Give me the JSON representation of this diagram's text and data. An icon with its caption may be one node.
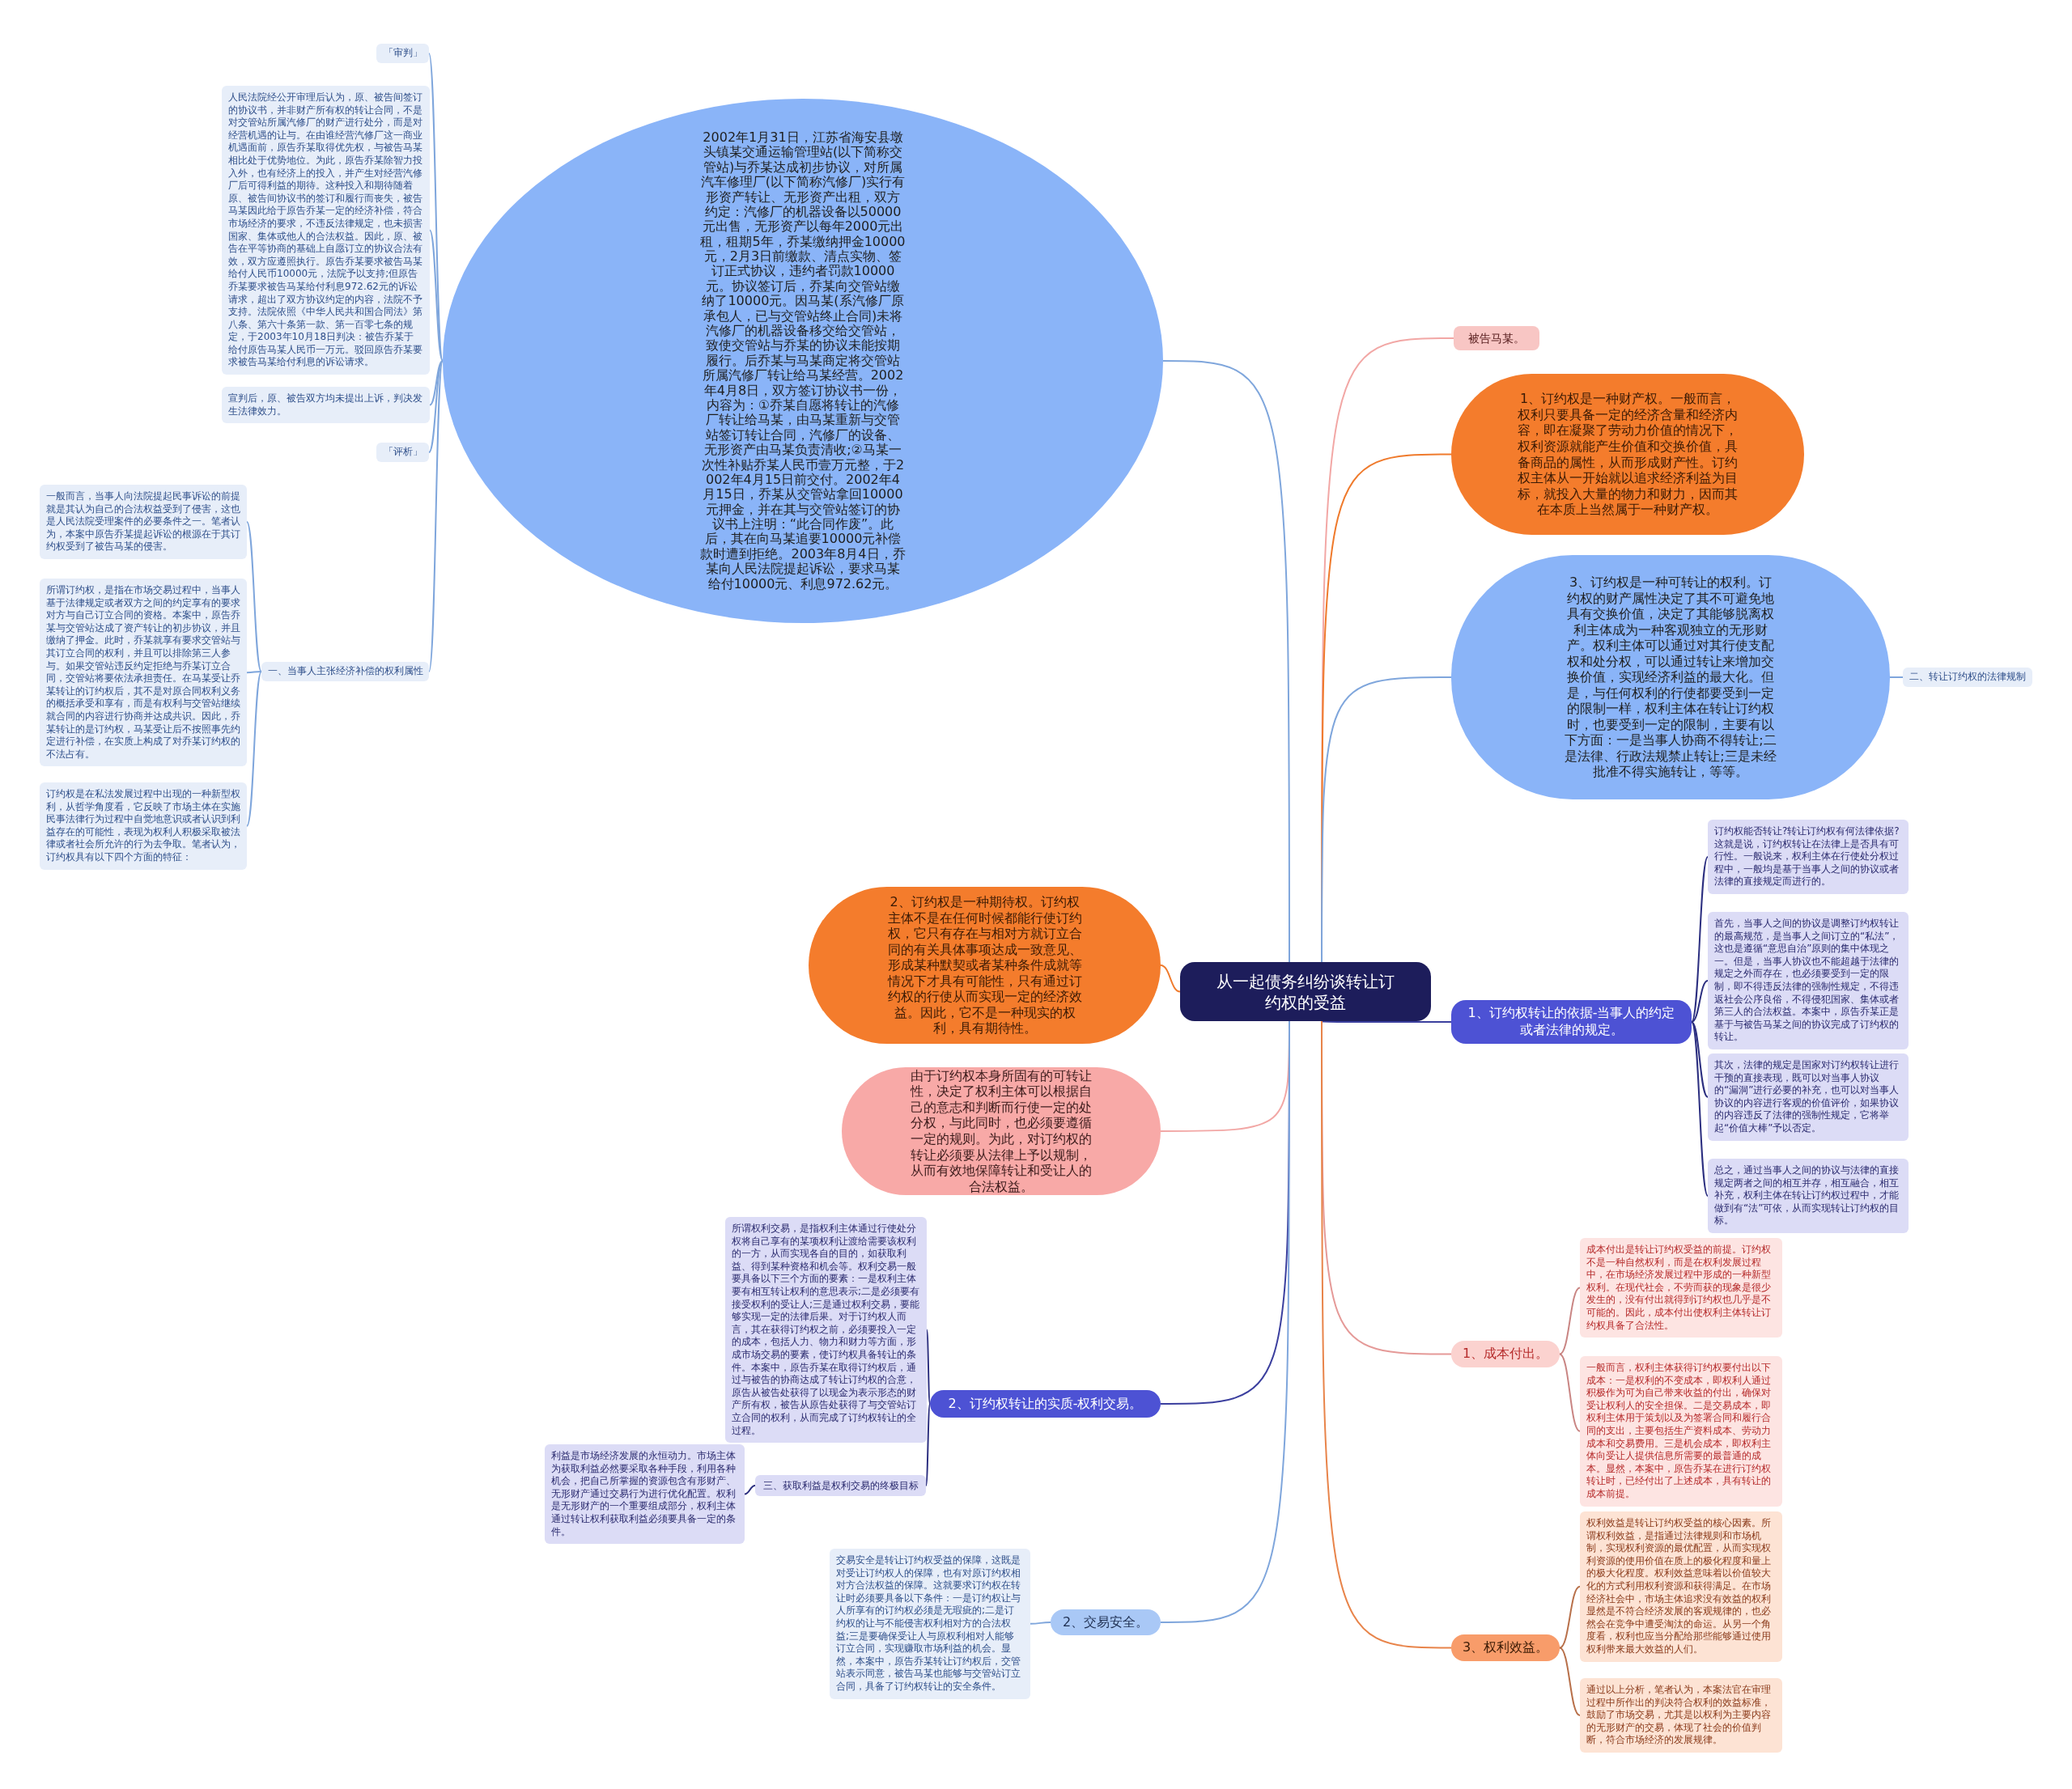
{
  "diagram": {
    "nodes": [
      {
        "text": [
          "从一起债务纠纷谈转让订约权的受益"
        ]
      },
      {
        "text": [
          "2002年1月31日，江苏省海安县墩头镇某交通运输管理站(以下简称交管站)与乔某达成初步协议，对所属汽车修理厂(以下简称汽修厂)实行有形资产转让、无形资产出租，双方约定：汽修厂的机器设备以50000元出售，无形资产以每年2000元出租，租期5年，乔某缴纳押金10000元，2月3日前缴款、清点实物、签订正式协议，违约者罚款10000元。协议签订后，乔某向交管站缴纳了10000元。因马某(系汽修厂原承包人，已与交管站终止合同)未将汽修厂的机器设备移交给交管站，致使交管站与乔某的协议未能按期履行。后乔某与马某商定将交管站所属汽修厂转让给马某经营。2002年4月8日，双方签订协议书一份，内容为：①乔某自愿将转让的汽修厂转让给马某，由马某重新与交管站签订转让合同，汽修厂的设备、无形资产由马某负责清收;②马某一次性补贴乔某人民币壹万元整，于2002年4月15日前交付。2002年4月15日，乔某从交管站拿回10000元押金，并在其与交管站签订的协议书上注明：“此合同作废”。此后，其在向马某追要10000元补偿款时遭到拒绝。2003年8月4日，乔某向人民法院提起诉讼，要求马某给付10000元、利息972.62元。"
        ]
      },
      {
        "text": [
          "「审判」"
        ]
      },
      {
        "text": [
          "人民法院经公开审理后认为，原、被告间签订的协议书，并非财产所有权的转让合同，不是对交管站所属汽修厂的财产进行处分，而是对经营机遇的让与。在由谁经营汽修厂这一商业机遇面前，原告乔某取得优先权，与被告马某相比处于优势地位。为此，原告乔某除智力投入外，也有经济上的投入，并产生对经营汽修厂后可得利益的期待。这种投入和期待随着原、被告间协议书的签订和履行而丧失，被告马某因此给于原告乔某一定的经济补偿，符合市场经济的要求，不违反法律规定，也未损害国家、集体或他人的合法权益。因此，原、被告在平等协商的基础上自愿订立的协议合法有效，双方应遵照执行。原告乔某要求被告马某给付人民币10000元，法院予以支持;但原告乔某要求被告马某给付利息972.62元的诉讼请求，超出了双方协议约定的内容，法院不予支持。法院依照《中华人民共和国合同法》第八条、第六十条第一款、第一百零七条的规定，于2003年10月18日判决：被告乔某于给付原告马某人民币一万元。驳回原告乔某要求被告马某给付利息的诉讼请求。"
        ]
      },
      {
        "text": [
          "宣判后，原、被告双方均未提出上诉，判决发生法律效力。"
        ]
      },
      {
        "text": [
          "「评析」"
        ]
      },
      {
        "text": [
          "一、当事人主张经济补偿的权利属性"
        ]
      },
      {
        "text": [
          "一般而言，当事人向法院提起民事诉讼的前提就是其认为自己的合法权益受到了侵害，这也是人民法院受理案件的必要条件之一。笔者认为，本案中原告乔某提起诉讼的根源在于其订约权受到了被告马某的侵害。"
        ]
      },
      {
        "text": [
          "所谓订约权，是指在市场交易过程中，当事人基于法律规定或者双方之间的约定享有的要求对方与自己订立合同的资格。本案中，原告乔某与交管站达成了资产转让的初步协议，并且缴纳了押金。此时，乔某就享有要求交管站与其订立合同的权利，并且可以排除第三人参与。如果交管站违反约定拒绝与乔某订立合同，交管站将要依法承担责任。在马某受让乔某转让的订约权后，其不是对原合同权利义务的概括承受和享有，而是有权利与交管站继续就合同的内容进行协商并达成共识。因此，乔某转让的是订约权，马某受让后不按照事先约定进行补偿，在实质上构成了对乔某订约权的不法占有。"
        ]
      },
      {
        "text": [
          "订约权是在私法发展过程中出现的一种新型权利，从哲学角度看，它反映了市场主体在实施民事法律行为过程中自觉地意识或者认识到利益存在的可能性，表现为权利人积极采取被法律或者社会所允许的行为去争取。笔者认为，订约权具有以下四个方面的特征："
        ]
      },
      {
        "text": [
          "被告马某。"
        ]
      },
      {
        "text": [
          "1、订约权是一种财产权。一般而言，权利只要具备一定的经济含量和经济内容，即在凝聚了劳动力价值的情况下，权利资源就能产生价值和交换价值，具备商品的属性，从而形成财产性。订约权主体从一开始就以追求经济利益为目标，就投入大量的物力和财力，因而其在本质上当然属于一种财产权。"
        ]
      },
      {
        "text": [
          "3、订约权是一种可转让的权利。订约权的财产属性决定了其不可避免地具有交换价值，决定了其能够脱离权利主体成为一种客观独立的无形财产。权利主体可以通过对其行使支配权和处分权，可以通过转让来增加交换价值，实现经济利益的最大化。但是，与任何权利的行使都要受到一定的限制一样，权利主体在转让订约权时，也要受到一定的限制，主要有以下方面：一是当事人协商不得转让;二是法律、行政法规禁止转让;三是未经批准不得实施转让，等等。"
        ]
      },
      {
        "text": [
          "二、转让订约权的法律规制"
        ]
      },
      {
        "text": [
          "2、订约权是一种期待权。订约权主体不是在任何时候都能行使订约权，它只有存在与相对方就订立合同的有关具体事项达成一致意见、形成某种默契或者某种条件成就等情况下才具有可能性，只有通过订约权的行使从而实现一定的经济效益。因此，它不是一种现实的权利，具有期待性。"
        ]
      },
      {
        "text": [
          "由于订约权本身所固有的可转让性，决定了权利主体可以根据自己的意志和判断而行使一定的处分权，与此同时，也必须要遵循一定的规则。为此，对订约权的转让必须要从法律上予以规制，从而有效地保障转让和受让人的合法权益。"
        ]
      },
      {
        "text": [
          "1、订约权转让的依据-当事人的约定或者法律的规定。"
        ]
      },
      {
        "text": [
          "订约权能否转让?转让订约权有何法律依据?这就是说，订约权转让在法律上是否具有可行性。一般说来，权利主体在行使处分权过程中，一般均是基于当事人之间的协议或者法律的直接规定而进行的。"
        ]
      },
      {
        "text": [
          "首先，当事人之间的协议是调整订约权转让的最高规范，是当事人之间订立的“私法”，这也是遵循“意思自治”原则的集中体现之一。但是，当事人协议也不能超越于法律的规定之外而存在，也必须要受到一定的限制，即不得违反法律的强制性规定，不得违返社会公序良俗，不得侵犯国家、集体或者第三人的合法权益。本案中，原告乔某正是基于与被告马某之间的协议完成了订约权的转让。"
        ]
      },
      {
        "text": [
          "其次，法律的规定是国家对订约权转让进行干预的直接表现，既可以对当事人协议的“漏洞”进行必要的补充，也可以对当事人协议的内容进行客观的价值评价，如果协议的内容违反了法律的强制性规定，它将举起“价值大棒”予以否定。"
        ]
      },
      {
        "text": [
          "总之，通过当事人之间的协议与法律的直接规定两者之间的相互并存，相互融合，相互补充，权利主体在转让订约权过程中，才能做到有“法”可依，从而实现转让订约权的目标。"
        ]
      },
      {
        "text": [
          "1、成本付出。"
        ]
      },
      {
        "text": [
          "成本付出是转让订约权受益的前提。订约权不是一种自然权利，而是在权利发展过程中，在市场经济发展过程中形成的一种新型权利。在现代社会，不劳而获的现象是很少发生的，没有付出就得到订约权也几乎是不可能的。因此，成本付出使权利主体转让订约权具备了合法性。"
        ]
      },
      {
        "text": [
          "一般而言，权利主体获得订约权要付出以下成本：一是权利的不变成本，即权利人通过积极作为可为自己带来收益的付出，确保对受让权利人的安全担保。二是交易成本，即权利主体用于策划以及为签署合同和履行合同的支出，主要包括生产资料成本、劳动力成本和交易费用。三是机会成本，即权利主体向受让人提供信息所需要的最普通的成本。显然，本案中，原告乔某在进行订约权转让时，已经付出了上述成本，具有转让的成本前提。"
        ]
      },
      {
        "text": [
          "3、权利效益。"
        ]
      },
      {
        "text": [
          "权利效益是转让订约权受益的核心因素。所谓权利效益，是指通过法律规则和市场机制，实现权利资源的最优配置，从而实现权利资源的使用价值在质上的极化程度和量上的极大化程度。权利效益意味着以价值较大化的方式利用权利资源和获得满足。在市场经济社会中，市场主体追求没有效益的权利显然是不符合经济发展的客观规律的，也必然会在竞争中遭受淘汰的命运。从另一个角度看，权利也应当分配给那些能够通过使用权利带来最大效益的人们。"
        ]
      },
      {
        "text": [
          "通过以上分析，笔者认为，本案法官在审理过程中所作出的判决符合权利的效益标准，鼓励了市场交易，尤其是以权利为主要内容的无形财产的交易，体现了社会的价值判断，符合市场经济的发展规律。"
        ]
      },
      {
        "text": [
          "2、订约权转让的实质-权利交易。"
        ]
      },
      {
        "text": [
          "所谓权利交易，是指权利主体通过行使处分权将自己享有的某项权利让渡给需要该权利的一方，从而实现各自的目的，如获取利益、得到某种资格和机会等。权利交易一般要具备以下三个方面的要素：一是权利主体要有相互转让权利的意思表示;二是必须要有接受权利的受让人;三是通过权利交易，要能够实现一定的法律后果。对于订约权人而言，其在获得订约权之前，必须要投入一定的成本，包括人力、物力和财力等方面，形成市场交易的要素，使订约权具备转让的条件。本案中，原告乔某在取得订约权后，通过与被告的协商达成了转让订约权的合意，原告从被告处获得了以现金为表示形态的财产所有权，被告从原告处获得了与交管站订立合同的权利，从而完成了订约权转让的全过程。"
        ]
      },
      {
        "text": [
          "三、获取利益是权利交易的终极目标"
        ]
      },
      {
        "text": [
          "利益是市场经济发展的永恒动力。市场主体为获取利益必然要采取各种手段，利用各种机会，把自己所掌握的资源包含有形财产、无形财产通过交易行为进行优化配置。权利是无形财产的一个重要组成部分，权利主体通过转让权利获取利益必须要具备一定的条件。"
        ]
      },
      {
        "text": [
          "2、交易安全。"
        ]
      },
      {
        "text": [
          "交易安全是转让订约权受益的保障，这既是对受让订约权人的保障，也有对原订约权相对方合法权益的保障。这就要求订约权在转让时必须要具备以下条件：一是订约权让与人所享有的订约权必须是无瑕疵的;二是订约权的让与不能侵害权利相对方的合法权益;三是要确保受让人与原权利相对人能够订立合同，实现赚取市场利益的机会。显然，本案中，原告乔某转让订约权后，交管站表示同意，被告马某也能够与交管站订立合同，具备了订约权转让的安全条件。"
        ]
      }
    ],
    "edges": [
      {
        "from": 0,
        "to": 1,
        "arrow": "none"
      },
      {
        "from": 1,
        "to": 2,
        "arrow": "none"
      },
      {
        "from": 1,
        "to": 3,
        "arrow": "none"
      },
      {
        "from": 1,
        "to": 4,
        "arrow": "none"
      },
      {
        "from": 1,
        "to": 5,
        "arrow": "none"
      },
      {
        "from": 1,
        "to": 6,
        "arrow": "none"
      },
      {
        "from": 6,
        "to": 7,
        "arrow": "none"
      },
      {
        "from": 6,
        "to": 8,
        "arrow": "none"
      },
      {
        "from": 6,
        "to": 9,
        "arrow": "none"
      },
      {
        "from": 0,
        "to": 10,
        "arrow": "none",
        "color": "#f2a7a5"
      },
      {
        "from": 0,
        "to": 11,
        "arrow": "none",
        "color": "#ef7a2c"
      },
      {
        "from": 0,
        "to": 12,
        "arrow": "none"
      },
      {
        "from": 12,
        "to": 13,
        "arrow": "none"
      },
      {
        "from": 0,
        "to": 14,
        "arrow": "none",
        "color": "#ef7a2c"
      },
      {
        "from": 0,
        "to": 15,
        "arrow": "none",
        "color": "#f2a7a5"
      },
      {
        "from": 0,
        "to": 16,
        "arrow": "none",
        "color": "#3b3f9e"
      },
      {
        "from": 16,
        "to": 17,
        "arrow": "none",
        "color": "#2c2f80"
      },
      {
        "from": 16,
        "to": 18,
        "arrow": "none",
        "color": "#2c2f80"
      },
      {
        "from": 16,
        "to": 19,
        "arrow": "none",
        "color": "#2c2f80"
      },
      {
        "from": 16,
        "to": 20,
        "arrow": "none",
        "color": "#2c2f80"
      },
      {
        "from": 0,
        "to": 21,
        "arrow": "none",
        "color": "#e59a98"
      },
      {
        "from": 21,
        "to": 22,
        "arrow": "none",
        "color": "#c98583"
      },
      {
        "from": 21,
        "to": 23,
        "arrow": "none",
        "color": "#c98583"
      },
      {
        "from": 0,
        "to": 24,
        "arrow": "none",
        "color": "#e8844a"
      },
      {
        "from": 24,
        "to": 25,
        "arrow": "none",
        "color": "#b8704a"
      },
      {
        "from": 24,
        "to": 26,
        "arrow": "none",
        "color": "#b8704a"
      },
      {
        "from": 0,
        "to": 27,
        "arrow": "none",
        "color": "#3b3f9e"
      },
      {
        "from": 27,
        "to": 28,
        "arrow": "none",
        "color": "#2c2f80"
      },
      {
        "from": 27,
        "to": 29,
        "arrow": "none",
        "color": "#2c2f80"
      },
      {
        "from": 29,
        "to": 30,
        "arrow": "none",
        "color": "#2c2f80"
      },
      {
        "from": 0,
        "to": 31,
        "arrow": "none"
      },
      {
        "from": 31,
        "to": 32,
        "arrow": "none"
      }
    ]
  }
}
